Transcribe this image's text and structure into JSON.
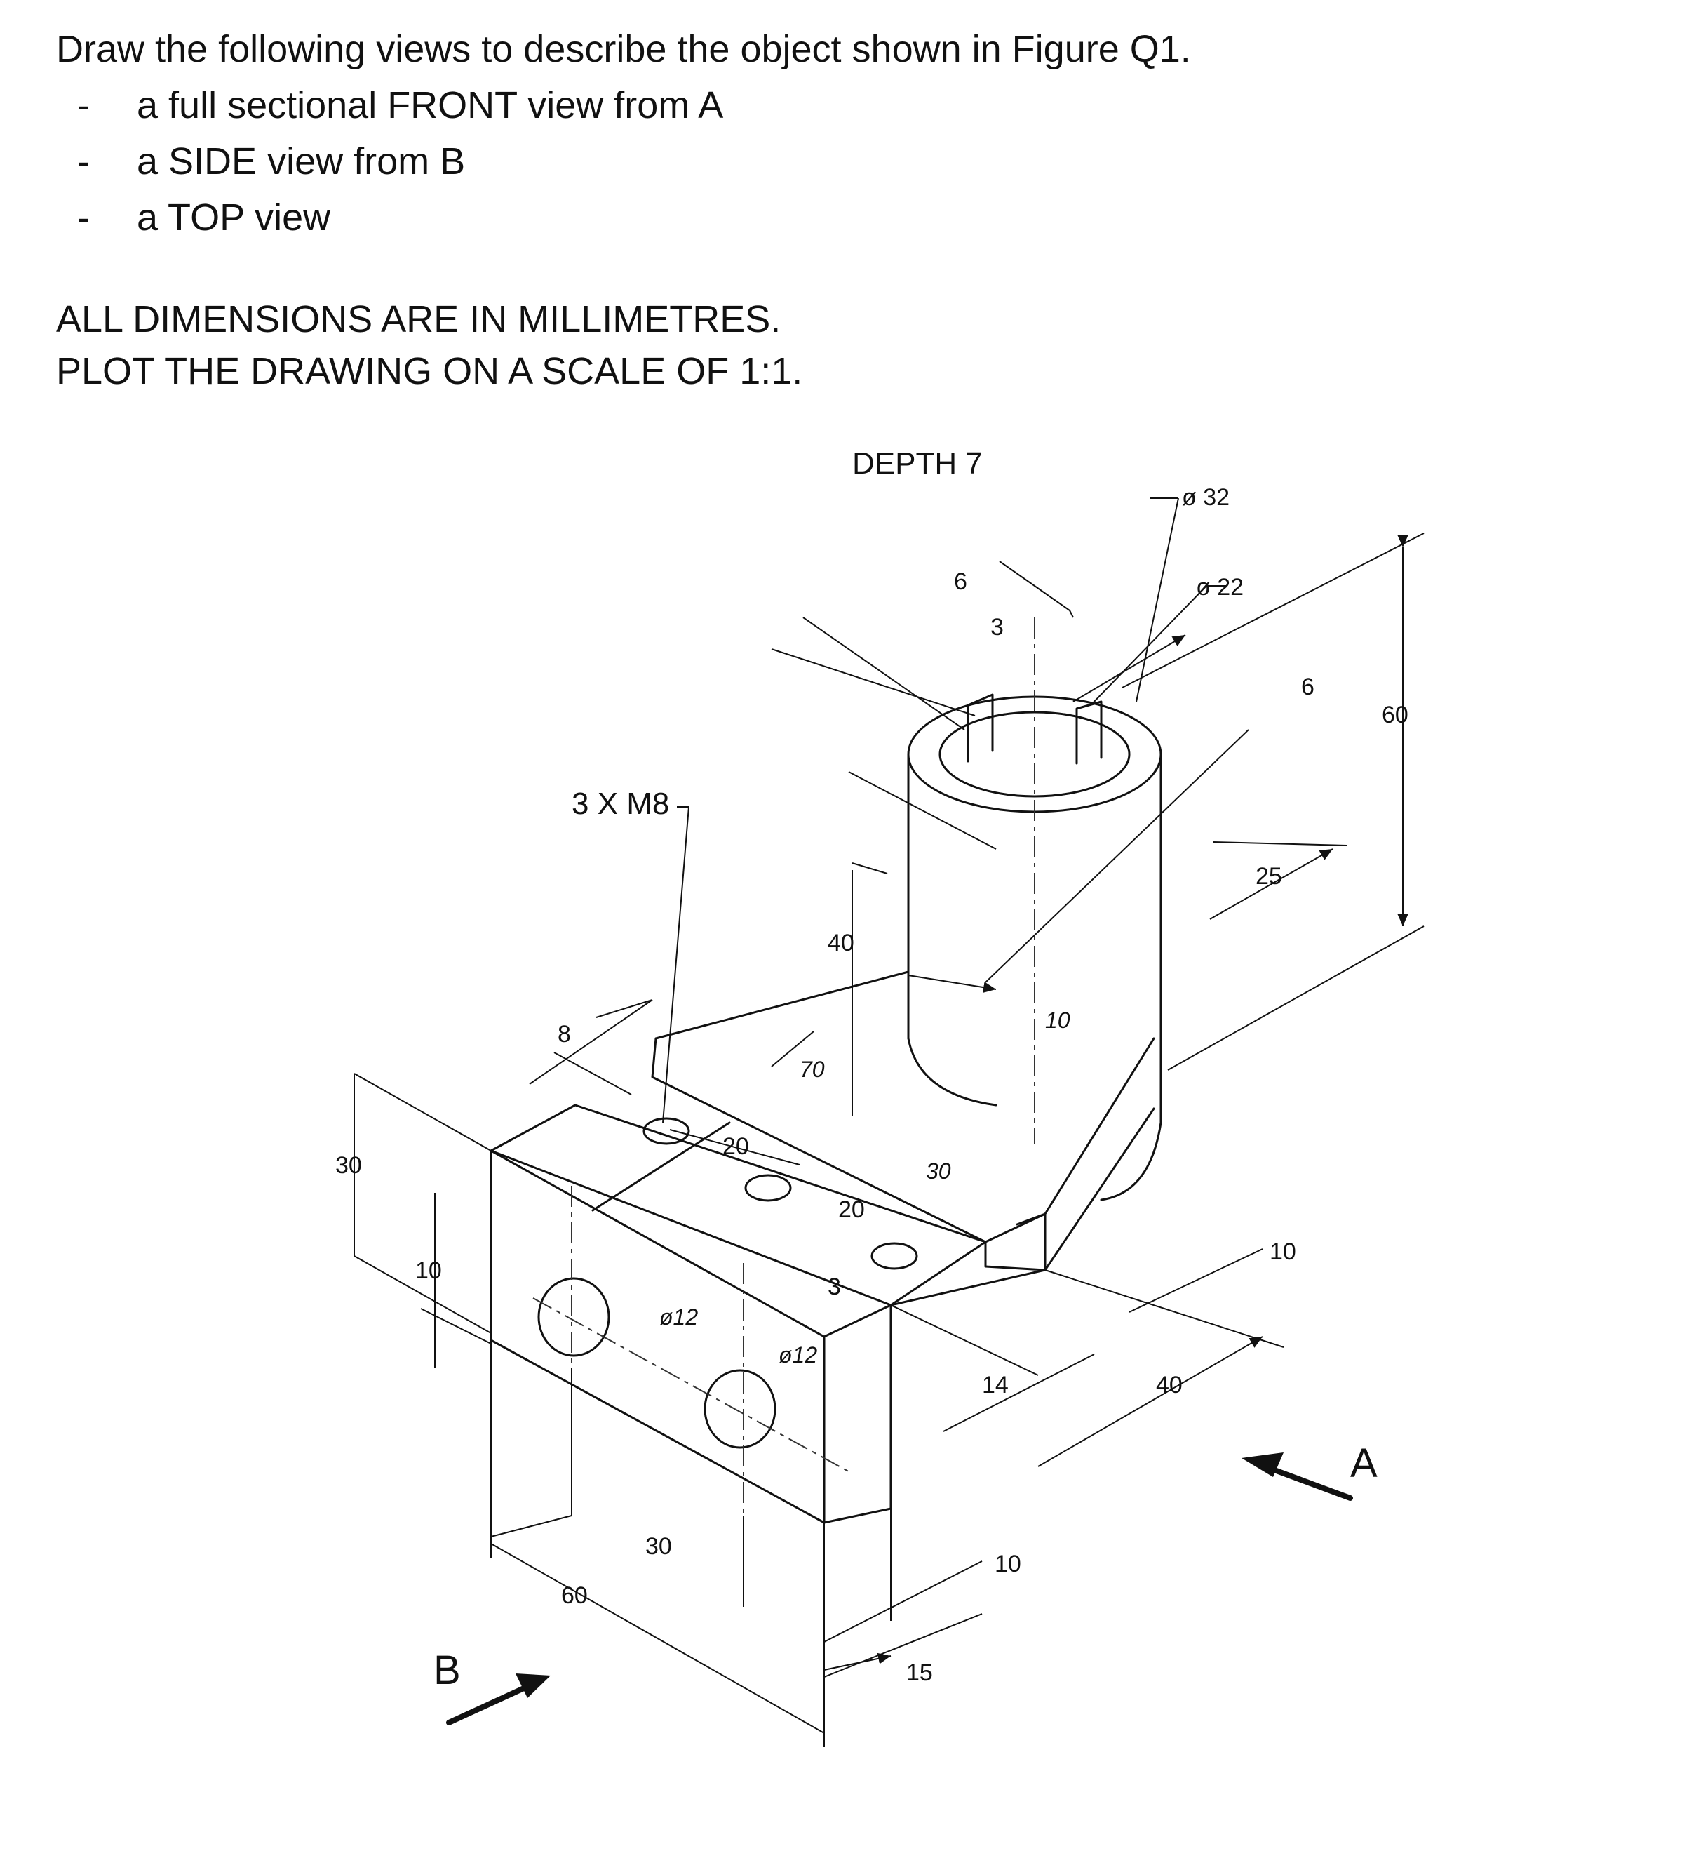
{
  "instruction": "Draw the following views to describe the object shown in Figure Q1.",
  "views": [
    {
      "bullet": "-",
      "text": "a full sectional FRONT view from A"
    },
    {
      "bullet": "-",
      "text": "a SIDE view from B"
    },
    {
      "bullet": "-",
      "text": "a TOP view"
    }
  ],
  "notes": {
    "units": "ALL DIMENSIONS ARE IN MILLIMETRES.",
    "scale": "PLOT THE DRAWING ON A SCALE OF 1:1."
  },
  "figure": {
    "labels": {
      "depth": "DEPTH 7",
      "dia_outer": "ø 32",
      "dia_inner": "ø 22",
      "holes": "3 X M8",
      "view_a": "A",
      "view_b": "B"
    },
    "dimensions": {
      "d6_top": "6",
      "d3": "3",
      "d6_right": "6",
      "d60_right": "60",
      "d25": "25",
      "d40_center": "40",
      "d10_center": "10",
      "d8": "8",
      "d70": "70",
      "d20_a": "20",
      "d30_mid": "30",
      "d20_b": "20",
      "d30_left": "30",
      "d10_left": "10",
      "d10_right": "10",
      "d3_small": "3",
      "phi12_a": "ø12",
      "phi12_b": "ø12",
      "d14": "14",
      "d40_right": "40",
      "d30_bottom": "30",
      "d60_bottom": "60",
      "d10_bottom": "10",
      "d15": "15"
    }
  }
}
